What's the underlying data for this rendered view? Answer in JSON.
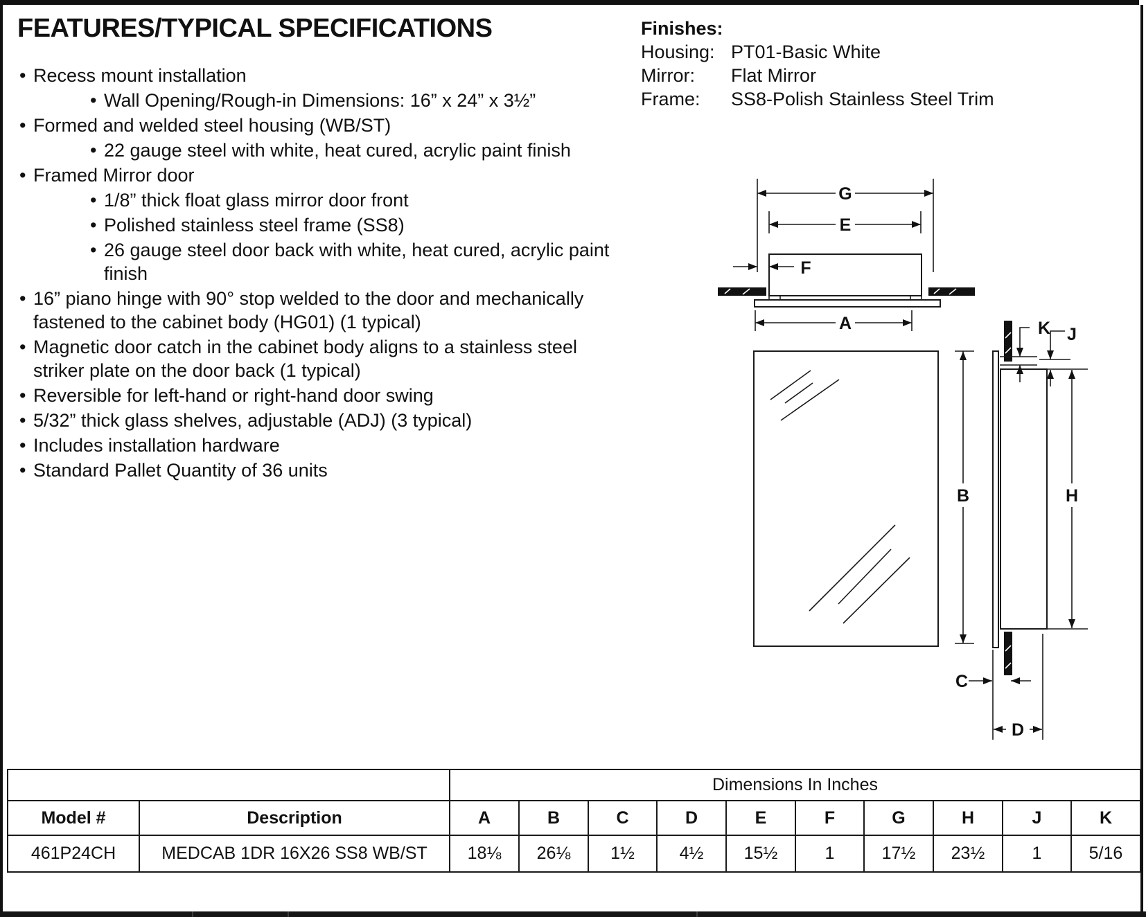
{
  "page": {
    "title": "FEATURES/TYPICAL SPECIFICATIONS",
    "features": [
      {
        "level": 1,
        "text": "Recess mount installation"
      },
      {
        "level": 2,
        "text": "Wall Opening/Rough-in Dimensions: 16” x 24” x 3½”"
      },
      {
        "level": 1,
        "text": "Formed and welded steel housing (WB/ST)"
      },
      {
        "level": 2,
        "text": "22 gauge steel with white, heat cured, acrylic paint finish"
      },
      {
        "level": 1,
        "text": "Framed Mirror door"
      },
      {
        "level": 2,
        "text": "1/8” thick float glass mirror door front"
      },
      {
        "level": 2,
        "text": "Polished stainless steel frame (SS8)"
      },
      {
        "level": 2,
        "text": "26 gauge steel door back with white, heat cured, acrylic paint finish"
      },
      {
        "level": 1,
        "text": "16” piano hinge with 90° stop welded to the door and mechanically fastened to the cabinet body (HG01) (1 typical)"
      },
      {
        "level": 1,
        "text": "Magnetic door catch in the cabinet body aligns to a stainless steel striker plate on the door back (1 typical)"
      },
      {
        "level": 1,
        "text": "Reversible for left-hand or right-hand door swing"
      },
      {
        "level": 1,
        "text": "5/32” thick glass shelves, adjustable (ADJ) (3 typical)"
      },
      {
        "level": 1,
        "text": "Includes installation hardware"
      },
      {
        "level": 1,
        "text": "Standard Pallet Quantity of 36 units"
      }
    ]
  },
  "finishes": {
    "heading": "Finishes:",
    "rows": [
      {
        "label": "Housing:",
        "value": "PT01-Basic White"
      },
      {
        "label": "Mirror:",
        "value": "Flat Mirror"
      },
      {
        "label": "Frame:",
        "value": "SS8-Polish Stainless Steel Trim"
      }
    ]
  },
  "diagram": {
    "dim_g": "G",
    "dim_e": "E",
    "dim_f": "F",
    "dim_a": "A",
    "dim_b": "B",
    "dim_h": "H",
    "dim_k": "K",
    "dim_j": "J",
    "dim_c": "C",
    "dim_d": "D"
  },
  "table": {
    "group_header": "Dimensions In Inches",
    "columns": [
      "Model #",
      "Description",
      "A",
      "B",
      "C",
      "D",
      "E",
      "F",
      "G",
      "H",
      "J",
      "K"
    ],
    "rows": [
      [
        "461P24CH",
        "MEDCAB 1DR 16X26 SS8 WB/ST",
        "18⅛",
        "26⅛",
        "1½",
        "4½",
        "15½",
        "1",
        "17½",
        "23½",
        "1",
        "5/16"
      ]
    ]
  }
}
